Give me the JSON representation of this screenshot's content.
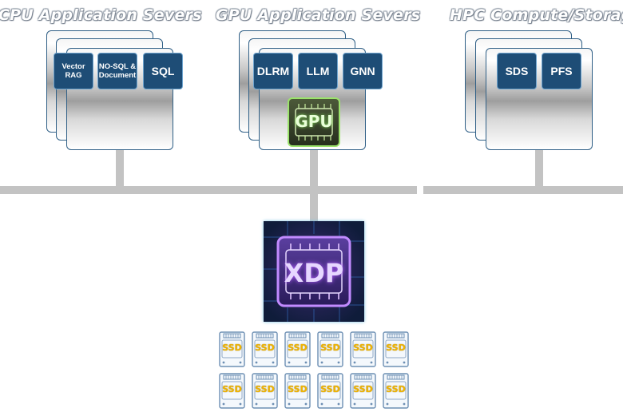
{
  "titles": {
    "cpu": "CPU Application Severs",
    "gpu": "GPU Application Severs",
    "hpc": "HPC Compute/Storage"
  },
  "cpu_workloads": [
    "Vector RAG",
    "NO-SQL & Document",
    "SQL"
  ],
  "gpu_workloads": [
    "DLRM",
    "LLM",
    "GNN"
  ],
  "hpc_workloads": [
    "SDS",
    "PFS"
  ],
  "gpu_chip_label": "GPU",
  "xdp_label": "XDP",
  "ssd_label": "SSD",
  "ssd_count": 12,
  "colors": {
    "tile_fill": "#1e4d76",
    "tile_border": "#6ea4cf",
    "card_border": "#2f5f86",
    "bus": "#c3c3c3",
    "gpu_glow": "#7ed957",
    "xdp_glow": "#b35cff",
    "ssd_text": "#f0b400"
  },
  "icons": {
    "gpu": "gpu-chip-icon",
    "xdp": "xdp-chip-icon",
    "ssd": "ssd-drive-icon"
  }
}
